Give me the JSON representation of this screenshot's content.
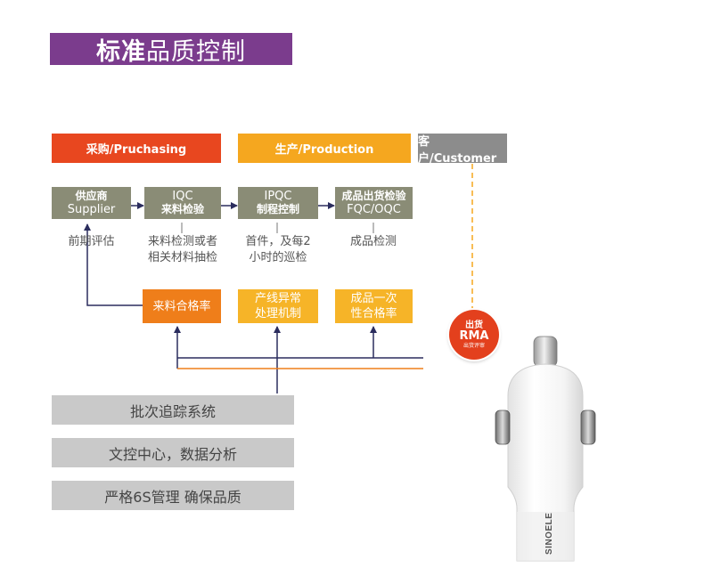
{
  "title": {
    "bold": "标准",
    "rest": "品质控制"
  },
  "phases": [
    {
      "label": "采购/Pruchasing",
      "color": "#e8471f"
    },
    {
      "label": "生产/Production",
      "color": "#f5a71f"
    },
    {
      "label": "客户/Customer",
      "color": "#8c8c8c"
    }
  ],
  "steps": [
    {
      "line1": "供应商",
      "line2": "Supplier"
    },
    {
      "line1": "IQC",
      "line2": "来料检验"
    },
    {
      "line1": "IPQC",
      "line2": "制程控制"
    },
    {
      "line1": "成品出货检验",
      "line2": "FQC/OQC"
    }
  ],
  "notes": [
    "前期评估",
    "来料检测或者\n相关材料抽检",
    "首件，及每2\n小时的巡检",
    "成品检测"
  ],
  "kpis": [
    "来料合格率",
    "产线异常\n处理机制",
    "成品一次\n性合格率"
  ],
  "rma": {
    "top": "出货",
    "main": "RMA",
    "sub": "出货评审"
  },
  "systems": [
    "批次追踪系统",
    "文控中心，数据分析",
    "严格6S管理 确保品质"
  ],
  "product": {
    "brand": "SINOELE"
  },
  "colors": {
    "purple": "#7b3c8d",
    "orange": "#ef7e1a",
    "amber": "#f6b428",
    "navy": "#2b2d5e",
    "gray_step": "#8a8c76"
  }
}
